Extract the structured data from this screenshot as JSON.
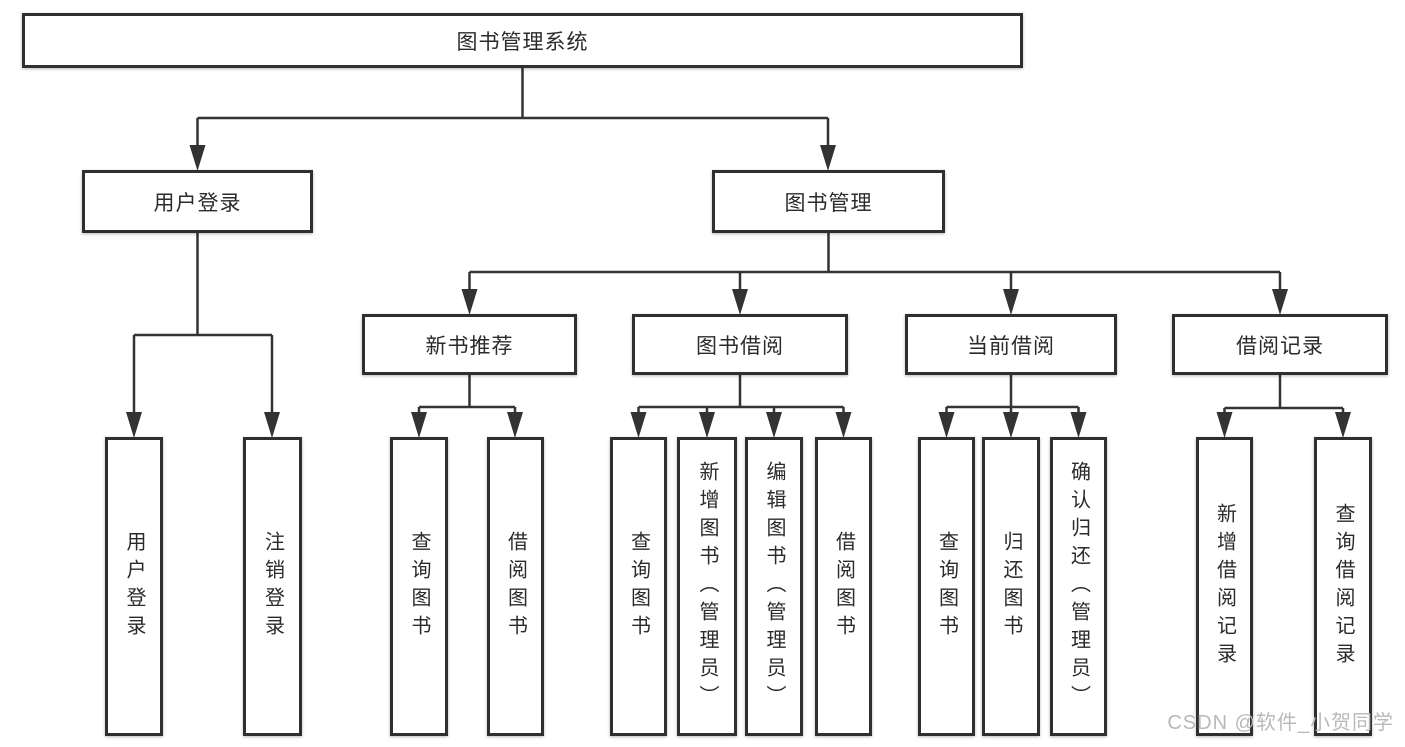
{
  "diagram": {
    "type": "hierarchy-tree",
    "title": "图书管理系统",
    "structure": {
      "图书管理系统": {
        "用户登录": [
          "用户登录",
          "注销登录"
        ],
        "图书管理": {
          "新书推荐": [
            "查询图书",
            "借阅图书"
          ],
          "图书借阅": [
            "查询图书",
            "新增图书（管理员）",
            "编辑图书（管理员）",
            "借阅图书"
          ],
          "当前借阅": [
            "查询图书",
            "归还图书",
            "确认归还（管理员）"
          ],
          "借阅记录": [
            "新增借阅记录",
            "查询借阅记录"
          ]
        }
      }
    }
  },
  "nodes": {
    "root": {
      "label": "图书管理系统"
    },
    "user_login": {
      "label": "用户登录"
    },
    "book_management": {
      "label": "图书管理"
    },
    "new_book_recommend": {
      "label": "新书推荐"
    },
    "book_borrowing": {
      "label": "图书借阅"
    },
    "current_borrowing": {
      "label": "当前借阅"
    },
    "borrowing_records": {
      "label": "借阅记录"
    },
    "leaf_user_login": {
      "label": "用户登录"
    },
    "leaf_logout": {
      "label": "注销登录"
    },
    "leaf_query_books_recommend": {
      "label": "查询图书"
    },
    "leaf_borrow_books_recommend": {
      "label": "借阅图书"
    },
    "leaf_query_books_borrowing": {
      "label": "查询图书"
    },
    "leaf_add_books_admin": {
      "label": "新增图书（管理员）"
    },
    "leaf_edit_books_admin": {
      "label": "编辑图书（管理员）"
    },
    "leaf_borrow_books_borrowing": {
      "label": "借阅图书"
    },
    "leaf_query_books_current": {
      "label": "查询图书"
    },
    "leaf_return_books": {
      "label": "归还图书"
    },
    "leaf_confirm_return_admin": {
      "label": "确认归还（管理员）"
    },
    "leaf_add_borrow_record": {
      "label": "新增借阅记录"
    },
    "leaf_query_borrow_record": {
      "label": "查询借阅记录"
    }
  },
  "watermark": "CSDN @软件_小贺同学",
  "colors": {
    "line": "#333333",
    "box_border": "#2f2f2f",
    "box_background": "#ffffff",
    "text": "#2b2b2b",
    "watermark_text": "#b9b9b9"
  }
}
